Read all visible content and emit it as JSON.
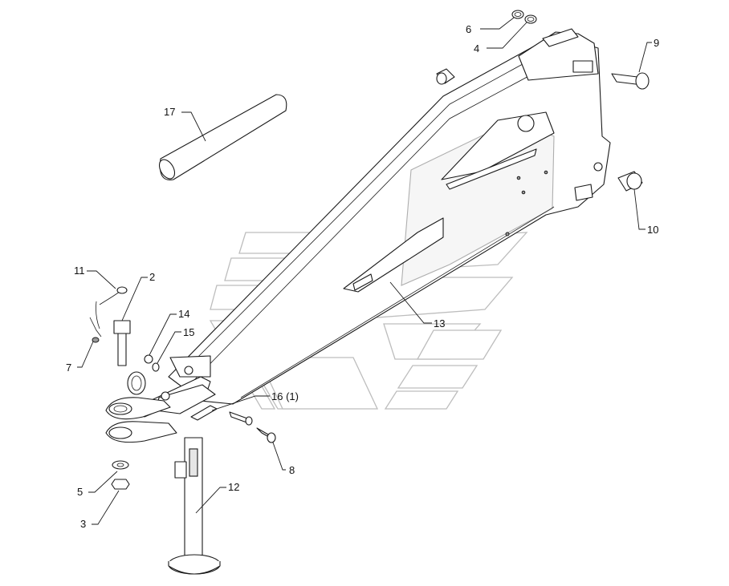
{
  "callouts": [
    {
      "id": "c2",
      "label": "2"
    },
    {
      "id": "c3",
      "label": "3"
    },
    {
      "id": "c4",
      "label": "4"
    },
    {
      "id": "c5",
      "label": "5"
    },
    {
      "id": "c6",
      "label": "6"
    },
    {
      "id": "c7",
      "label": "7"
    },
    {
      "id": "c8",
      "label": "8"
    },
    {
      "id": "c9",
      "label": "9"
    },
    {
      "id": "c10",
      "label": "10"
    },
    {
      "id": "c11",
      "label": "11"
    },
    {
      "id": "c12",
      "label": "12"
    },
    {
      "id": "c13",
      "label": "13"
    },
    {
      "id": "c14",
      "label": "14"
    },
    {
      "id": "c15",
      "label": "15"
    },
    {
      "id": "c16",
      "label": "16 (1)"
    },
    {
      "id": "c17",
      "label": "17"
    }
  ]
}
